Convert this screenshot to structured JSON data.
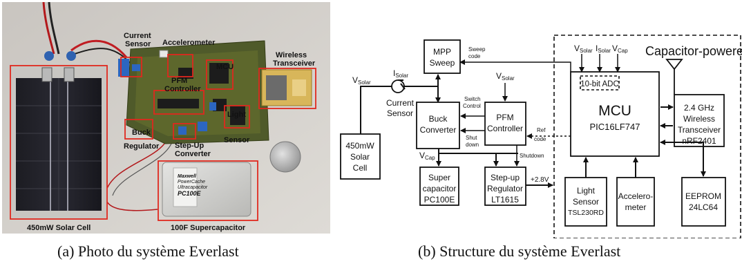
{
  "photo": {
    "labels": {
      "current_sensor": [
        "Current",
        "Sensor"
      ],
      "accelerometer": "Accelerometer",
      "mcu": "MCU",
      "wireless": [
        "Wireless",
        "Transceiver"
      ],
      "pfm": [
        "PFM",
        "Controller"
      ],
      "buck": [
        "Buck",
        "Regulator"
      ],
      "step_up": [
        "Step-Up",
        "Converter"
      ],
      "light": [
        "Light",
        "Sensor"
      ],
      "solar": "450mW Solar Cell",
      "supercap": "100F Supercapacitor"
    },
    "supercap_print": [
      "Maxwell",
      "PowerCache",
      "Ultracapacitor",
      "PC100E"
    ]
  },
  "diagram": {
    "capacitor_powered": "Capacitor-powered",
    "mpp_sweep": [
      "MPP",
      "Sweep"
    ],
    "sweep_code": [
      "Sweep",
      "code"
    ],
    "v_solar": {
      "main": "V",
      "sub": "Solar"
    },
    "i_solar": {
      "main": "I",
      "sub": "Solar"
    },
    "v_cap": {
      "main": "V",
      "sub": "Cap"
    },
    "current_sensor": [
      "Current",
      "Sensor"
    ],
    "buck": [
      "Buck",
      "Converter"
    ],
    "switch_control": [
      "Switch",
      "Control"
    ],
    "shut_down": [
      "Shut",
      "down"
    ],
    "pfm": [
      "PFM",
      "Controller"
    ],
    "ref_code": [
      "Ref",
      "code"
    ],
    "shutdown": "Shutdown",
    "solar_cell": [
      "450mW",
      "Solar",
      "Cell"
    ],
    "supercap": [
      "Super",
      "capacitor",
      "PC100E"
    ],
    "step_up": [
      "Step-up",
      "Regulator",
      "LT1615"
    ],
    "plus_28v": "+2.8V",
    "adc": "10-bit ADC",
    "mcu": "MCU",
    "mcu_part": "PIC16LF747",
    "wireless": [
      "2.4 GHz",
      "Wireless",
      "Transceiver",
      "nRF2401"
    ],
    "light": [
      "Light",
      "Sensor",
      "TSL230RD"
    ],
    "accel": [
      "Accelero-",
      "meter"
    ],
    "eeprom": [
      "EEPROM",
      "24LC64"
    ]
  },
  "captions": {
    "a": "(a)  Photo du système Everlast",
    "b": "(b)  Structure du système Everlast"
  }
}
